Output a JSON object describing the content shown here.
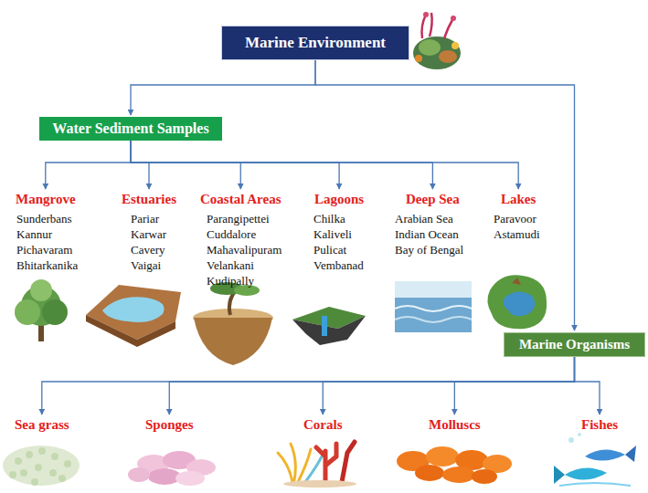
{
  "diagram": {
    "nodes": [
      {
        "text": [
          "Marine Environment"
        ]
      },
      {
        "text": [
          "Water Sediment Samples"
        ]
      },
      {
        "text": [
          "Mangrove",
          "Sunderbans Kannur Pichavaram Bhitarkanika"
        ]
      },
      {
        "text": [
          "Estuaries",
          "Pariar Karwar Cavery Vaigai"
        ]
      },
      {
        "text": [
          "Coastal Areas",
          "Parangipettei Cuddalore Mahavalipuram Velankani Kudipally"
        ]
      },
      {
        "text": [
          "Lagoons",
          "Chilka Kaliveli Pulicat Vembanad"
        ]
      },
      {
        "text": [
          "Deep Sea",
          "Arabian Sea Indian Ocean Bay of Bengal"
        ]
      },
      {
        "text": [
          "Lakes",
          "Paravoor Astamudi"
        ]
      },
      {
        "text": [
          "Marine Organisms"
        ]
      },
      {
        "text": [
          "Sea grass"
        ]
      },
      {
        "text": [
          "Sponges"
        ]
      },
      {
        "text": [
          "Corals"
        ]
      },
      {
        "text": [
          "Molluscs"
        ]
      },
      {
        "text": [
          "Fishes"
        ]
      }
    ],
    "edges": [
      {
        "from": 0,
        "to": 1,
        "arrow": "to"
      },
      {
        "from": 0,
        "to": 8,
        "arrow": "to"
      },
      {
        "from": 1,
        "to": 2,
        "arrow": "to"
      },
      {
        "from": 1,
        "to": 3,
        "arrow": "to"
      },
      {
        "from": 1,
        "to": 4,
        "arrow": "to"
      },
      {
        "from": 1,
        "to": 5,
        "arrow": "to"
      },
      {
        "from": 1,
        "to": 6,
        "arrow": "to"
      },
      {
        "from": 1,
        "to": 7,
        "arrow": "to"
      },
      {
        "from": 8,
        "to": 9,
        "arrow": "to"
      },
      {
        "from": 8,
        "to": 10,
        "arrow": "to"
      },
      {
        "from": 8,
        "to": 11,
        "arrow": "to"
      },
      {
        "from": 8,
        "to": 12,
        "arrow": "to"
      },
      {
        "from": 8,
        "to": 13,
        "arrow": "to"
      }
    ]
  }
}
